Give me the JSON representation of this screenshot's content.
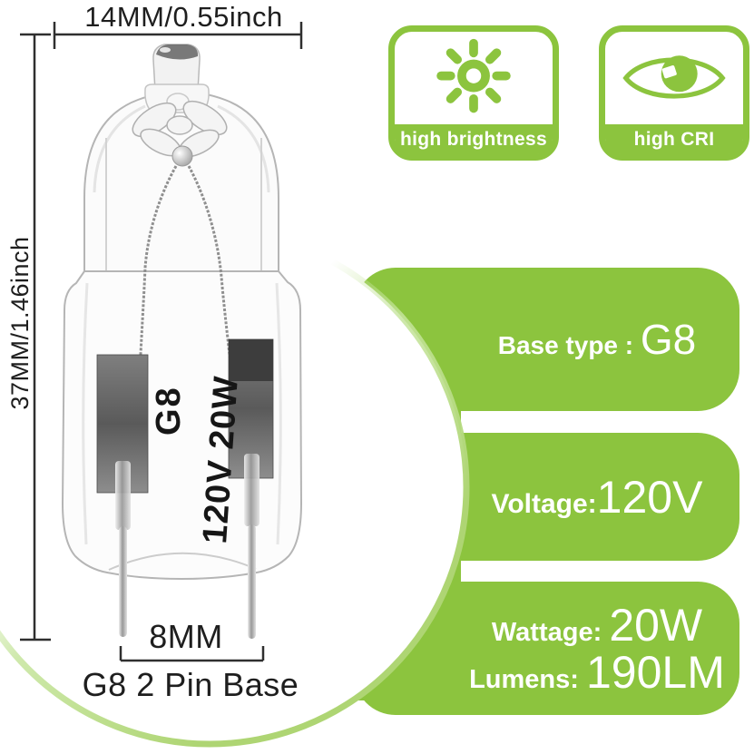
{
  "dimensions": {
    "width_label": "14MM/0.55inch",
    "height_label": "37MM/1.46inch",
    "pin_spacing_label": "8MM",
    "base_label": "G8 2 Pin Base"
  },
  "bulb_markings": {
    "base_code": "G8",
    "rating": "120V 20W"
  },
  "features": [
    {
      "icon": "sun-brightness-icon",
      "label": "high brightness"
    },
    {
      "icon": "eye-cri-icon",
      "label": "high CRI"
    }
  ],
  "specs": {
    "base_type": {
      "label": "Base type : ",
      "value": "G8"
    },
    "voltage": {
      "label": "Voltage:",
      "value": "120V"
    },
    "wattage": {
      "label": "Wattage: ",
      "value": "20W"
    },
    "lumens": {
      "label": "Lumens: ",
      "value": "190LM"
    }
  },
  "colors": {
    "green": "#8cc43e",
    "green_rim": "#c6e59d",
    "ink": "#1e1e1e",
    "metal_dark": "#5c5c5c"
  }
}
